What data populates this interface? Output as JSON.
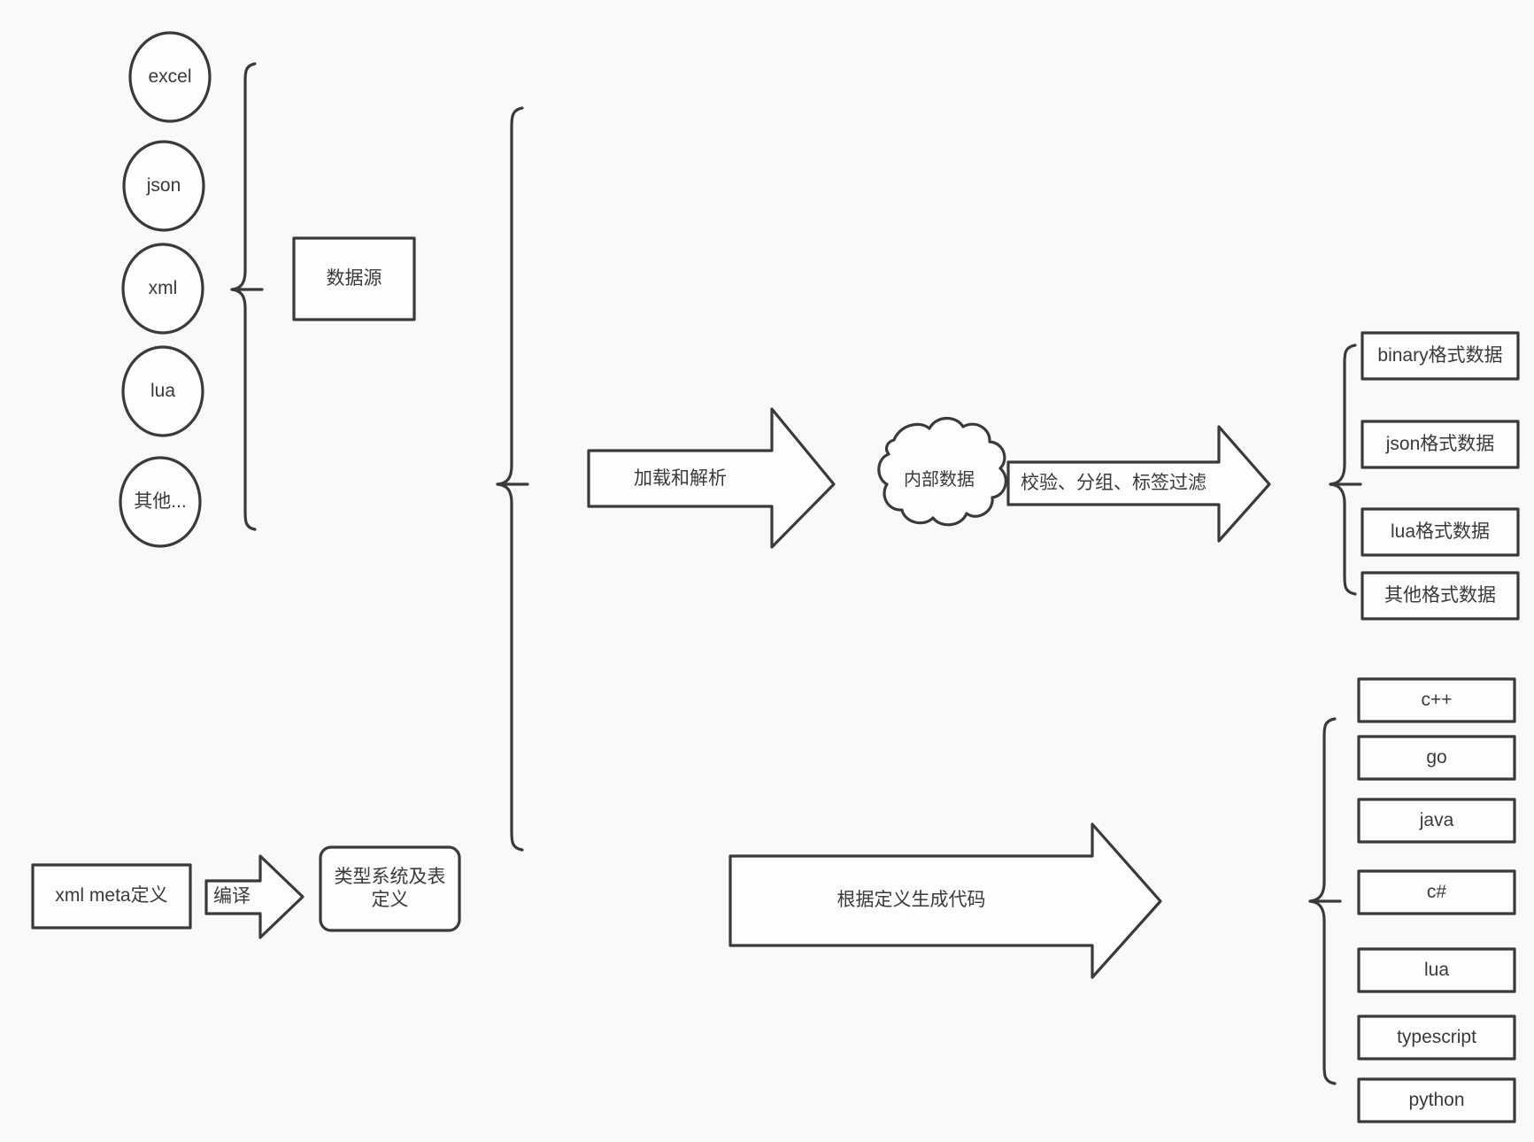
{
  "diagram": {
    "title": "data pipeline and code generation architecture",
    "background_color": "#f9f9f9",
    "stroke_color": "#3a3a3a",
    "fill_color": "#fdfdfd",
    "text_color": "#3a3a3a"
  },
  "sources": {
    "items": [
      {
        "label": "excel"
      },
      {
        "label": "json"
      },
      {
        "label": "xml"
      },
      {
        "label": "lua"
      },
      {
        "label": "其他..."
      }
    ],
    "group_box_label": "数据源"
  },
  "pipeline": {
    "load_arrow_label": "加载和解析",
    "internal_cloud_label": "内部数据",
    "filter_arrow_label": "校验、分组、标签过滤"
  },
  "outputs": {
    "items": [
      {
        "label": "binary格式数据"
      },
      {
        "label": "json格式数据"
      },
      {
        "label": "lua格式数据"
      },
      {
        "label": "其他格式数据"
      }
    ]
  },
  "meta": {
    "source_label": "xml meta定义",
    "compile_arrow_label": "编译",
    "type_system_label": "类型系统及表定义"
  },
  "codegen": {
    "arrow_label": "根据定义生成代码",
    "languages": [
      {
        "label": "c++"
      },
      {
        "label": "go"
      },
      {
        "label": "java"
      },
      {
        "label": "c#"
      },
      {
        "label": "lua"
      },
      {
        "label": "typescript"
      },
      {
        "label": "python"
      }
    ]
  }
}
